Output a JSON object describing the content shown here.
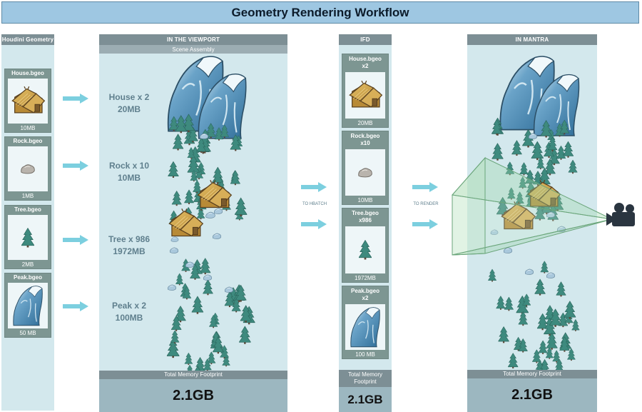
{
  "title": "Geometry Rendering Workflow",
  "houdini": {
    "header": "Houdini Geometry",
    "items": [
      {
        "name": "House.bgeo",
        "size": "10MB",
        "icon": "house-icon"
      },
      {
        "name": "Rock.bgeo",
        "size": "1MB",
        "icon": "rock-icon"
      },
      {
        "name": "Tree.bgeo",
        "size": "2MB",
        "icon": "tree-icon"
      },
      {
        "name": "Peak.bgeo",
        "size": "50 MB",
        "icon": "peak-icon"
      }
    ]
  },
  "viewport": {
    "header": "IN THE VIEWPORT",
    "subheader": "Scene Assembly",
    "counts": [
      {
        "label": "House x 2",
        "size": "20MB"
      },
      {
        "label": "Rock x 10",
        "size": "10MB"
      },
      {
        "label": "Tree x 986",
        "size": "1972MB"
      },
      {
        "label": "Peak x 2",
        "size": "100MB"
      }
    ],
    "footer_label": "Total Memory Footprint",
    "footer_value": "2.1GB"
  },
  "ifd": {
    "header": "IFD",
    "items": [
      {
        "name": "House.bgeo",
        "count": "x2",
        "size": "20MB",
        "icon": "house-icon"
      },
      {
        "name": "Rock.bgeo",
        "count": "x10",
        "size": "10MB",
        "icon": "rock-icon"
      },
      {
        "name": "Tree.bgeo",
        "count": "x986",
        "size": "1972MB",
        "icon": "tree-icon"
      },
      {
        "name": "Peak.bgeo",
        "count": "x2",
        "size": "100 MB",
        "icon": "peak-icon"
      }
    ],
    "footer_label": "Total Memory Footprint",
    "footer_value": "2.1GB"
  },
  "mantra": {
    "header": "IN MANTRA",
    "footer_label": "Total Memory Footprint",
    "footer_value": "2.1GB",
    "camera_icon": "camera-icon"
  },
  "arrows": {
    "to_hbatch": "TO HBATCH",
    "to_render": "TO RENDER"
  },
  "colors": {
    "title_bg": "#9ec7e2",
    "column_bg": "#d3e8ed",
    "header_bg": "#7d8f95",
    "arrow": "#7ccfdf",
    "tree": "#3e8a7e",
    "peak": "#4a86b0",
    "house": "#c9a24f"
  }
}
